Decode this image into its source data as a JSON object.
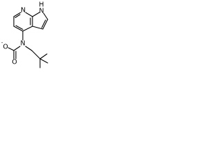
{
  "atoms": {
    "pyridine_n": "N",
    "pyrrole_nh": "N",
    "pyrrole_h": "H",
    "amine_n": "N",
    "oxygen_top": "O",
    "oxygen_charge": "-",
    "oxygen_bottom": "O"
  },
  "colors": {
    "bond": "#000000",
    "label": "#000000",
    "background": "#ffffff"
  }
}
